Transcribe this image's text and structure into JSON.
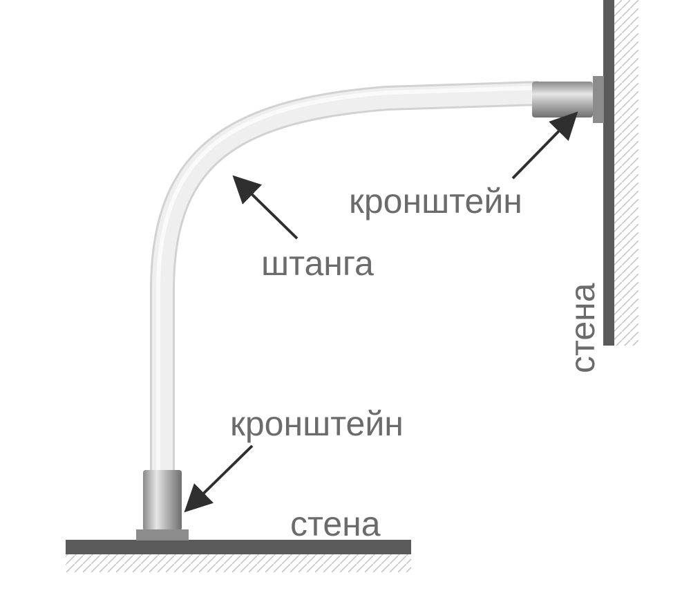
{
  "labels": {
    "bracket_top": "кронштейн",
    "bar": "штанга",
    "wall_right": "стена",
    "bracket_bottom": "кронштейн",
    "wall_bottom": "стена"
  },
  "colors": {
    "wall": "#5a5a5a",
    "hatch": "#bdbdbd",
    "bar": "#ececec",
    "bar_edge": "#d6d6d6",
    "bracket_dark": "#7a7a7a",
    "bracket_light": "#e2e2e2",
    "arrow": "#2f2f2f",
    "text": "#6b6b6b"
  }
}
